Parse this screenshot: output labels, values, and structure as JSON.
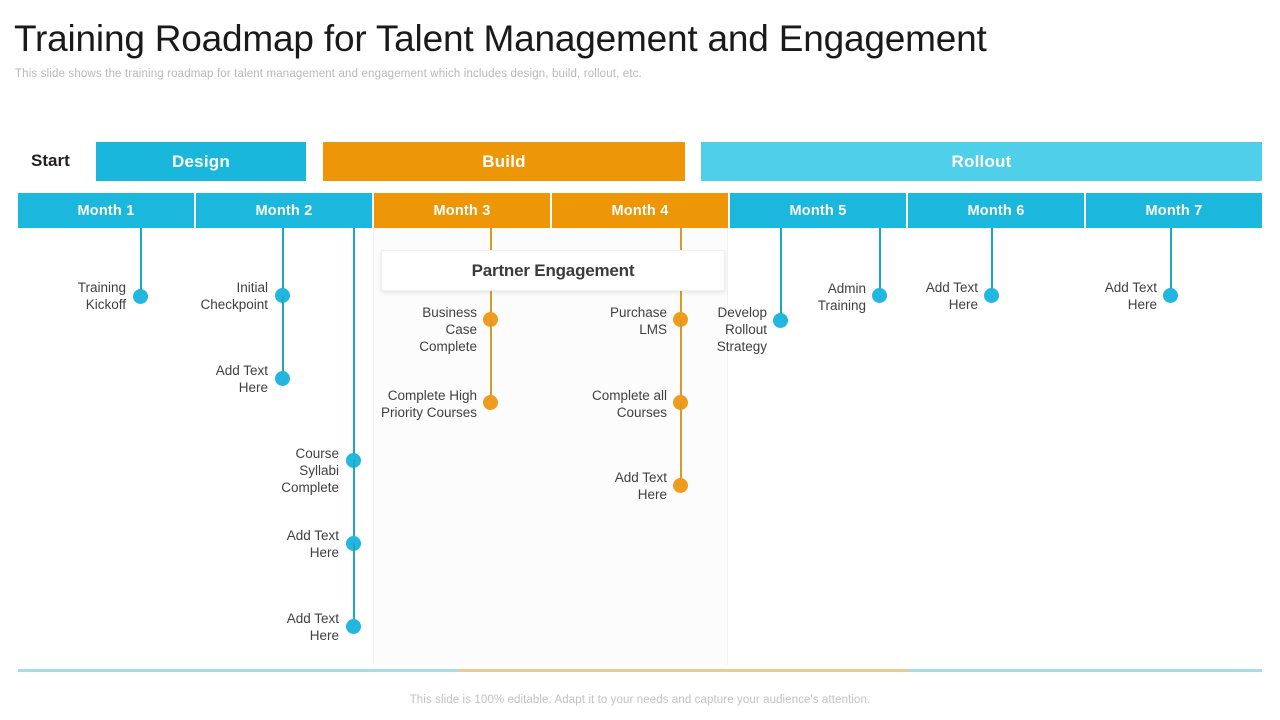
{
  "header": {
    "title": "Training Roadmap for Talent Management and Engagement",
    "subtitle": "This slide shows the training roadmap for talent management and engagement which includes design, build, rollout, etc."
  },
  "timeline": {
    "start_label": "Start",
    "phases": [
      {
        "label": "Design",
        "color": "#1ab7dd"
      },
      {
        "label": "Build",
        "color": "#ed9608"
      },
      {
        "label": "Rollout",
        "color": "#4fcfe9"
      }
    ],
    "months": [
      {
        "label": "Month 1",
        "color": "#1cb7dd"
      },
      {
        "label": "Month 2",
        "color": "#1cb7dd"
      },
      {
        "label": "Month 3",
        "color": "#ed9608"
      },
      {
        "label": "Month 4",
        "color": "#ed9608"
      },
      {
        "label": "Month 5",
        "color": "#1cb7dd"
      },
      {
        "label": "Month 6",
        "color": "#1cb7dd"
      },
      {
        "label": "Month 7",
        "color": "#1cb7dd"
      }
    ],
    "callout": {
      "label": "Partner Engagement"
    },
    "milestones": [
      {
        "label": "Training\nKickoff",
        "color": "cyan"
      },
      {
        "label": "Initial\nCheckpoint",
        "color": "cyan"
      },
      {
        "label": "Add Text\nHere",
        "color": "cyan"
      },
      {
        "label": "Course\nSyllabi\nComplete",
        "color": "cyan"
      },
      {
        "label": "Add Text\nHere",
        "color": "cyan"
      },
      {
        "label": "Add Text\nHere",
        "color": "cyan"
      },
      {
        "label": "Business\nCase\nComplete",
        "color": "orange"
      },
      {
        "label": "Complete High\nPriority Courses",
        "color": "orange"
      },
      {
        "label": "Purchase\nLMS",
        "color": "orange"
      },
      {
        "label": "Complete all\nCourses",
        "color": "orange"
      },
      {
        "label": "Add Text\nHere",
        "color": "orange"
      },
      {
        "label": "Develop\nRollout\nStrategy",
        "color": "cyan"
      },
      {
        "label": "Admin\nTraining",
        "color": "cyan"
      },
      {
        "label": "Add Text\nHere",
        "color": "cyan"
      },
      {
        "label": "Add Text\nHere",
        "color": "cyan"
      }
    ]
  },
  "footer": {
    "note": "This slide is 100% editable. Adapt it to your needs and capture your audience's attention."
  }
}
